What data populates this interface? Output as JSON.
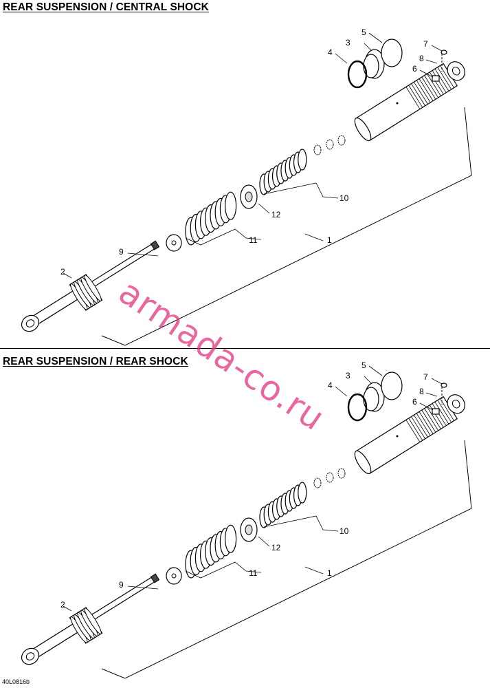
{
  "sections": [
    {
      "title": "REAR SUSPENSION / CENTRAL SHOCK",
      "callouts": [
        "1",
        "2",
        "3",
        "4",
        "5",
        "6",
        "7",
        "8",
        "9",
        "10",
        "11",
        "12"
      ]
    },
    {
      "title": "REAR SUSPENSION / REAR SHOCK",
      "callouts": [
        "1",
        "2",
        "3",
        "4",
        "5",
        "6",
        "7",
        "8",
        "9",
        "10",
        "11",
        "12"
      ]
    }
  ],
  "watermark": "armada-co.ru",
  "drawing_code": "40L0816b"
}
